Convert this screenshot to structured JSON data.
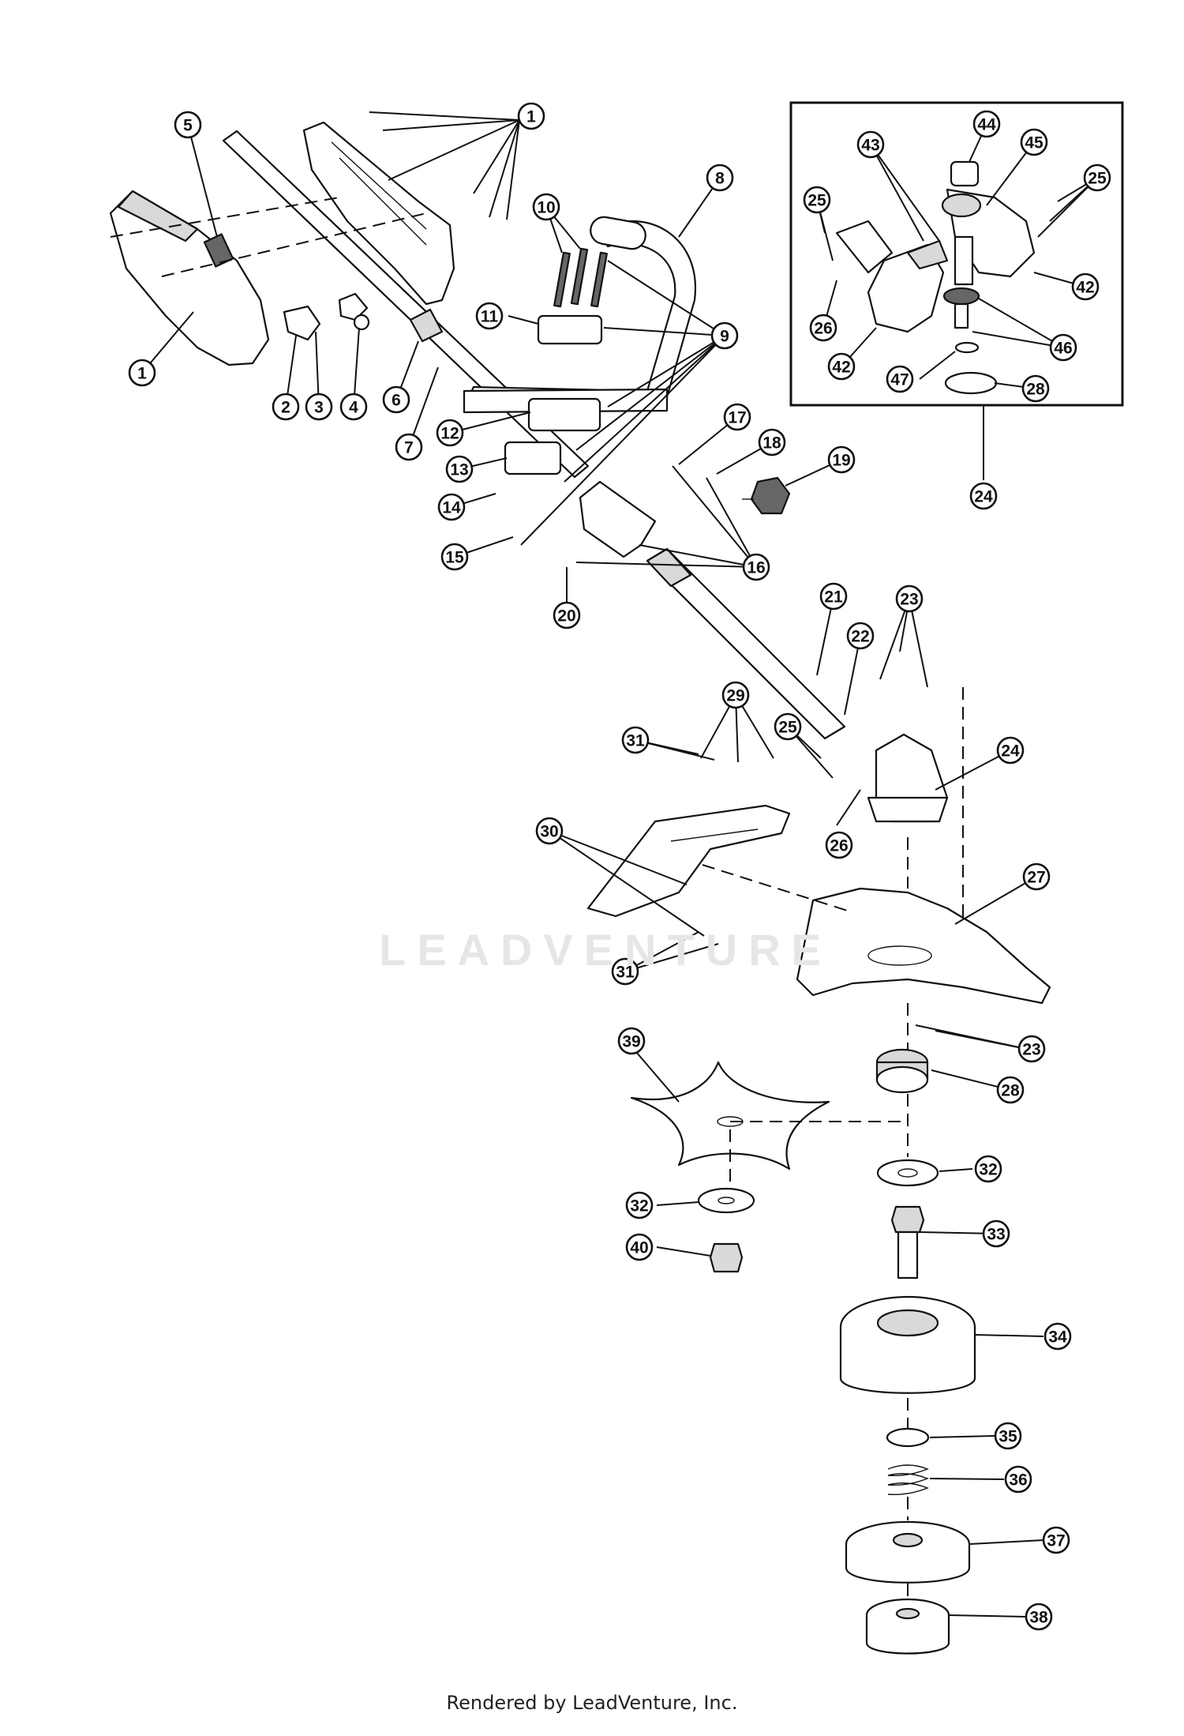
{
  "watermark": "LEADVENTURE",
  "footer": "Rendered by LeadVenture, Inc.",
  "callouts": [
    {
      "id": "c1a",
      "label": "1"
    },
    {
      "id": "c1b",
      "label": "1"
    },
    {
      "id": "c2",
      "label": "2"
    },
    {
      "id": "c3",
      "label": "3"
    },
    {
      "id": "c4",
      "label": "4"
    },
    {
      "id": "c5",
      "label": "5"
    },
    {
      "id": "c6",
      "label": "6"
    },
    {
      "id": "c7",
      "label": "7"
    },
    {
      "id": "c8",
      "label": "8"
    },
    {
      "id": "c9",
      "label": "9"
    },
    {
      "id": "c10",
      "label": "10"
    },
    {
      "id": "c11",
      "label": "11"
    },
    {
      "id": "c12",
      "label": "12"
    },
    {
      "id": "c13",
      "label": "13"
    },
    {
      "id": "c14",
      "label": "14"
    },
    {
      "id": "c15",
      "label": "15"
    },
    {
      "id": "c16",
      "label": "16"
    },
    {
      "id": "c17",
      "label": "17"
    },
    {
      "id": "c18",
      "label": "18"
    },
    {
      "id": "c19",
      "label": "19"
    },
    {
      "id": "c20",
      "label": "20"
    },
    {
      "id": "c21",
      "label": "21"
    },
    {
      "id": "c22",
      "label": "22"
    },
    {
      "id": "c23a",
      "label": "23"
    },
    {
      "id": "c23b",
      "label": "23"
    },
    {
      "id": "c24a",
      "label": "24"
    },
    {
      "id": "c24b",
      "label": "24"
    },
    {
      "id": "c25a",
      "label": "25"
    },
    {
      "id": "c25b",
      "label": "25"
    },
    {
      "id": "c25c",
      "label": "25"
    },
    {
      "id": "c26a",
      "label": "26"
    },
    {
      "id": "c26b",
      "label": "26"
    },
    {
      "id": "c27",
      "label": "27"
    },
    {
      "id": "c28a",
      "label": "28"
    },
    {
      "id": "c28b",
      "label": "28"
    },
    {
      "id": "c29",
      "label": "29"
    },
    {
      "id": "c30",
      "label": "30"
    },
    {
      "id": "c31a",
      "label": "31"
    },
    {
      "id": "c31b",
      "label": "31"
    },
    {
      "id": "c32a",
      "label": "32"
    },
    {
      "id": "c32b",
      "label": "32"
    },
    {
      "id": "c33",
      "label": "33"
    },
    {
      "id": "c34",
      "label": "34"
    },
    {
      "id": "c35",
      "label": "35"
    },
    {
      "id": "c36",
      "label": "36"
    },
    {
      "id": "c37",
      "label": "37"
    },
    {
      "id": "c38",
      "label": "38"
    },
    {
      "id": "c39",
      "label": "39"
    },
    {
      "id": "c40",
      "label": "40"
    },
    {
      "id": "c42a",
      "label": "42"
    },
    {
      "id": "c42b",
      "label": "42"
    },
    {
      "id": "c43",
      "label": "43"
    },
    {
      "id": "c44",
      "label": "44"
    },
    {
      "id": "c45",
      "label": "45"
    },
    {
      "id": "c46",
      "label": "46"
    },
    {
      "id": "c47",
      "label": "47"
    }
  ]
}
